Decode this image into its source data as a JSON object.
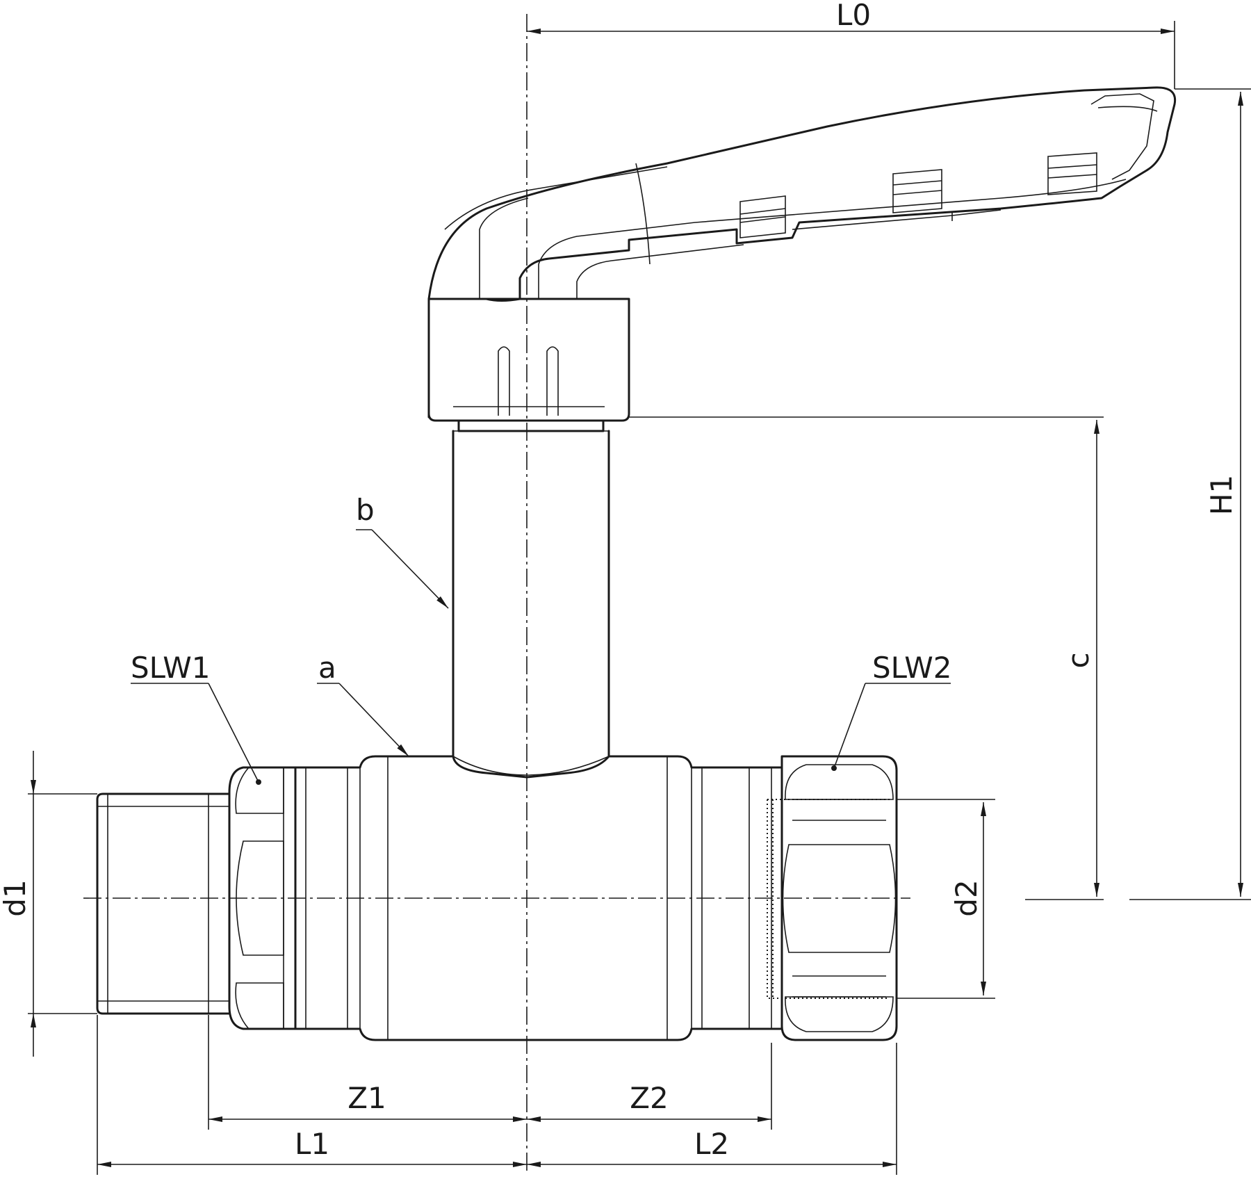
{
  "drawing": {
    "labels": {
      "L0": "L0",
      "H1": "H1",
      "c": "c",
      "b": "b",
      "a": "a",
      "SLW1": "SLW1",
      "SLW2": "SLW2",
      "d1": "d1",
      "d2": "d2",
      "Z1": "Z1",
      "Z2": "Z2",
      "L1": "L1",
      "L2": "L2"
    }
  }
}
